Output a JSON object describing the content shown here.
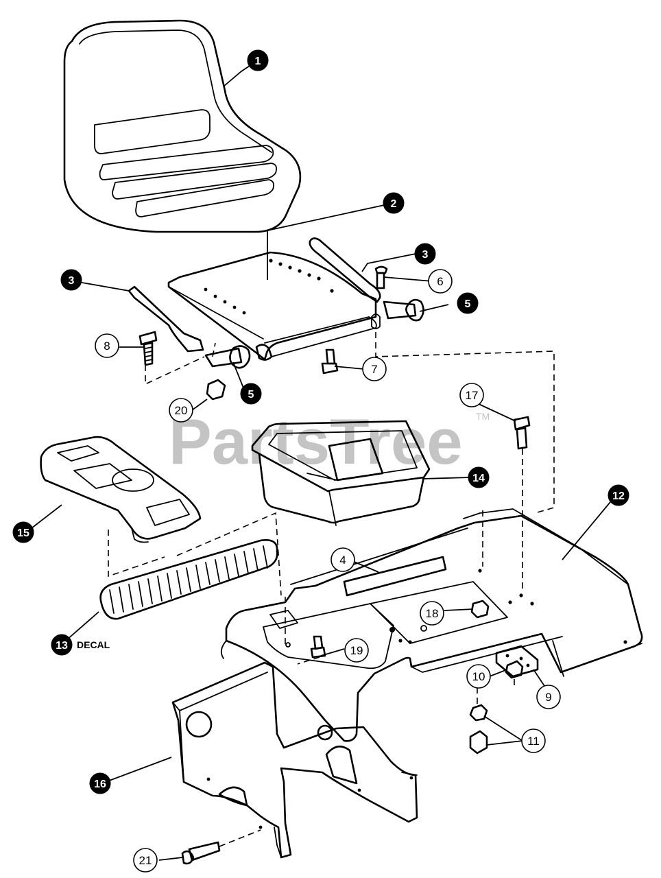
{
  "watermark": {
    "brand": "PartsTree",
    "trademark": "TM"
  },
  "callouts": [
    {
      "id": "1",
      "style": "solid"
    },
    {
      "id": "2",
      "style": "solid"
    },
    {
      "id": "3a",
      "label": "3",
      "style": "solid"
    },
    {
      "id": "3b",
      "label": "3",
      "style": "solid"
    },
    {
      "id": "4",
      "style": "ring"
    },
    {
      "id": "5a",
      "label": "5",
      "style": "solid"
    },
    {
      "id": "5b",
      "label": "5",
      "style": "solid"
    },
    {
      "id": "6",
      "style": "ring"
    },
    {
      "id": "7",
      "style": "ring"
    },
    {
      "id": "8",
      "style": "ring"
    },
    {
      "id": "9",
      "style": "ring"
    },
    {
      "id": "10",
      "style": "ring"
    },
    {
      "id": "11",
      "style": "ring"
    },
    {
      "id": "12",
      "style": "solid"
    },
    {
      "id": "13",
      "style": "solid"
    },
    {
      "id": "14",
      "style": "solid"
    },
    {
      "id": "15",
      "style": "solid"
    },
    {
      "id": "16",
      "style": "solid"
    },
    {
      "id": "17",
      "style": "ring"
    },
    {
      "id": "18",
      "style": "ring"
    },
    {
      "id": "19",
      "style": "ring"
    },
    {
      "id": "20",
      "style": "ring"
    },
    {
      "id": "21",
      "style": "ring"
    }
  ],
  "labels": {
    "decal": "DECAL"
  }
}
